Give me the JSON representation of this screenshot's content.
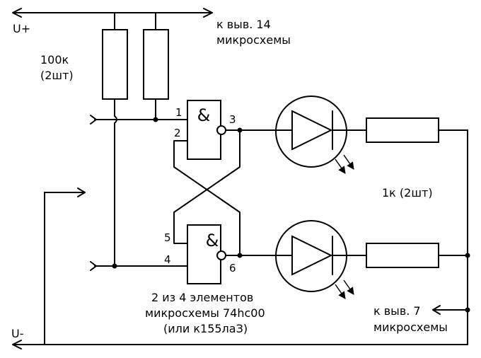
{
  "labels": {
    "supply_plus": "U+",
    "supply_minus": "U-",
    "pin14_line1": "к выв. 14",
    "pin14_line2": "микросхемы",
    "pullup_value_line1": "100к",
    "pullup_value_line2": "(2шт)",
    "led_resistor_value": "1к (2шт)",
    "pin7_line1": "к выв. 7",
    "pin7_line2": "микросхемы",
    "chip_line1": "2 из 4 элементов",
    "chip_line2": "микросхемы 74hc00",
    "chip_line3": "(или к155лаЗ)"
  },
  "gates": {
    "top": {
      "symbol": "&",
      "pin_in1": "1",
      "pin_in2": "2",
      "pin_out": "3"
    },
    "bottom": {
      "symbol": "&",
      "pin_in1": "5",
      "pin_in2": "4",
      "pin_out": "6"
    }
  }
}
